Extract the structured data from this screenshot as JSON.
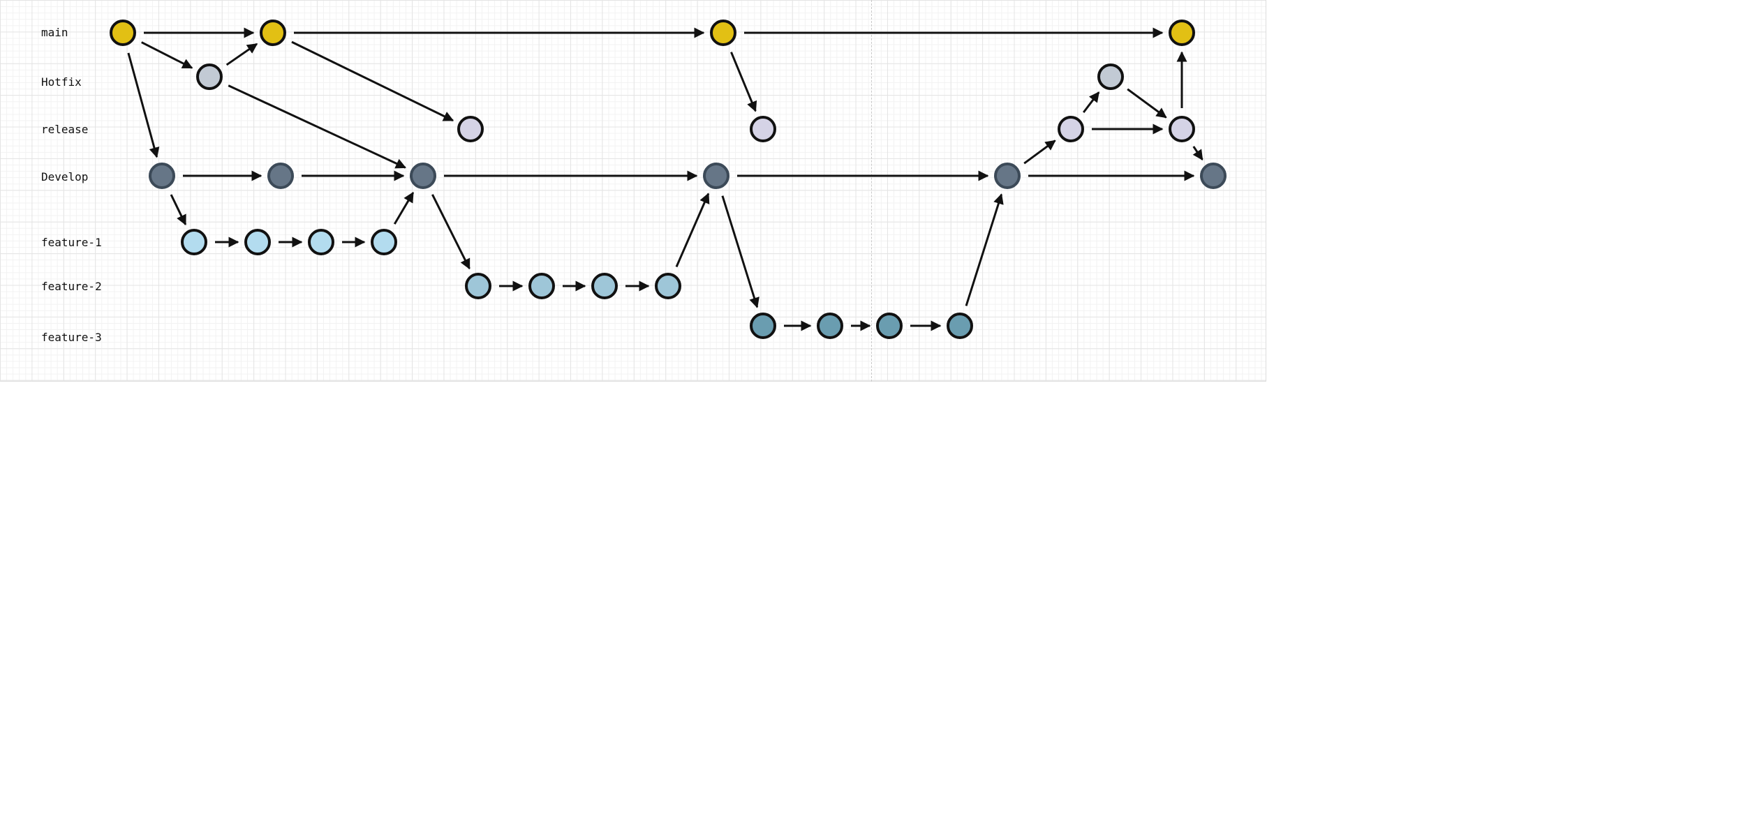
{
  "lanes": [
    {
      "id": "main",
      "label": "main"
    },
    {
      "id": "hotfix",
      "label": "Hotfix"
    },
    {
      "id": "release",
      "label": "release"
    },
    {
      "id": "develop",
      "label": "Develop"
    },
    {
      "id": "feature1",
      "label": "feature-1"
    },
    {
      "id": "feature2",
      "label": "feature-2"
    },
    {
      "id": "feature3",
      "label": "feature-3"
    }
  ],
  "colors": {
    "main": "#e2c014",
    "hotfix": "#c2cad4",
    "release": "#d5d3e6",
    "develop": "#667687",
    "feature1": "#b3dcef",
    "feature2": "#9ec6d8",
    "feature3": "#6a9db0",
    "edge": "#111111"
  },
  "commits": [
    {
      "id": "m1",
      "lane": "main"
    },
    {
      "id": "m2",
      "lane": "main"
    },
    {
      "id": "m3",
      "lane": "main"
    },
    {
      "id": "m4",
      "lane": "main"
    },
    {
      "id": "h1",
      "lane": "hotfix"
    },
    {
      "id": "h2",
      "lane": "hotfix"
    },
    {
      "id": "r1",
      "lane": "release"
    },
    {
      "id": "r2",
      "lane": "release"
    },
    {
      "id": "r3",
      "lane": "release"
    },
    {
      "id": "r4",
      "lane": "release"
    },
    {
      "id": "d1",
      "lane": "develop"
    },
    {
      "id": "d2",
      "lane": "develop"
    },
    {
      "id": "d3",
      "lane": "develop"
    },
    {
      "id": "d4",
      "lane": "develop"
    },
    {
      "id": "d5",
      "lane": "develop"
    },
    {
      "id": "d6",
      "lane": "develop"
    },
    {
      "id": "f1a",
      "lane": "feature1"
    },
    {
      "id": "f1b",
      "lane": "feature1"
    },
    {
      "id": "f1c",
      "lane": "feature1"
    },
    {
      "id": "f1d",
      "lane": "feature1"
    },
    {
      "id": "f2a",
      "lane": "feature2"
    },
    {
      "id": "f2b",
      "lane": "feature2"
    },
    {
      "id": "f2c",
      "lane": "feature2"
    },
    {
      "id": "f2d",
      "lane": "feature2"
    },
    {
      "id": "f3a",
      "lane": "feature3"
    },
    {
      "id": "f3b",
      "lane": "feature3"
    },
    {
      "id": "f3c",
      "lane": "feature3"
    },
    {
      "id": "f3d",
      "lane": "feature3"
    }
  ],
  "edges": [
    [
      "m1",
      "m2"
    ],
    [
      "m1",
      "h1"
    ],
    [
      "m1",
      "d1"
    ],
    [
      "h1",
      "m2"
    ],
    [
      "h1",
      "d3"
    ],
    [
      "m2",
      "m3"
    ],
    [
      "m2",
      "r1"
    ],
    [
      "m3",
      "m4"
    ],
    [
      "m3",
      "r2"
    ],
    [
      "d1",
      "d2"
    ],
    [
      "d1",
      "f1a"
    ],
    [
      "d2",
      "d3"
    ],
    [
      "f1a",
      "f1b"
    ],
    [
      "f1b",
      "f1c"
    ],
    [
      "f1c",
      "f1d"
    ],
    [
      "f1d",
      "d3"
    ],
    [
      "d3",
      "d4"
    ],
    [
      "d3",
      "f2a"
    ],
    [
      "f2a",
      "f2b"
    ],
    [
      "f2b",
      "f2c"
    ],
    [
      "f2c",
      "f2d"
    ],
    [
      "f2d",
      "d4"
    ],
    [
      "d4",
      "d5"
    ],
    [
      "d4",
      "f3a"
    ],
    [
      "f3a",
      "f3b"
    ],
    [
      "f3b",
      "f3c"
    ],
    [
      "f3c",
      "f3d"
    ],
    [
      "f3d",
      "d5"
    ],
    [
      "d5",
      "d6"
    ],
    [
      "d5",
      "r3"
    ],
    [
      "r3",
      "h2"
    ],
    [
      "r3",
      "r4"
    ],
    [
      "h2",
      "r4"
    ],
    [
      "r4",
      "m4"
    ],
    [
      "r4",
      "d6"
    ]
  ]
}
